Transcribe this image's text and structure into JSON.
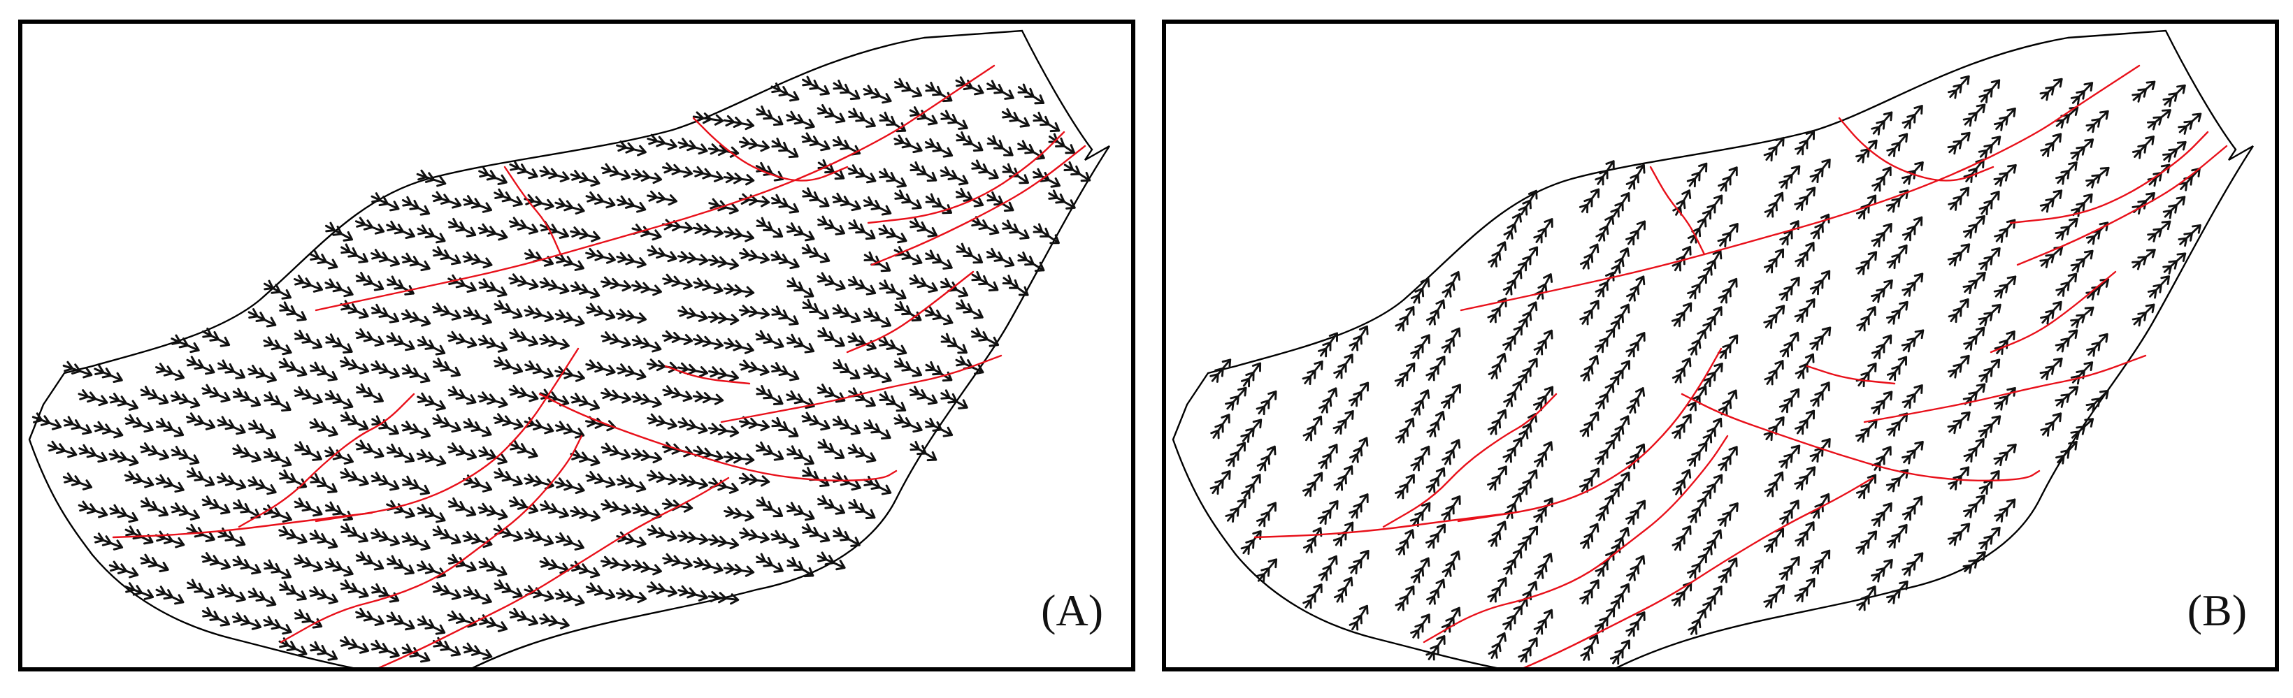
{
  "figure": {
    "panels": [
      {
        "id": "A",
        "label": "(A)",
        "variant": "A"
      },
      {
        "id": "B",
        "label": "(B)",
        "variant": "B"
      }
    ]
  },
  "colors": {
    "boundary": "#000000",
    "fault_line": "#e8101a",
    "arrow": "#111111",
    "frame": "#000000"
  },
  "icons": {
    "direction_marker": "feathered-arrow-icon",
    "fault": "red-fault-line"
  }
}
